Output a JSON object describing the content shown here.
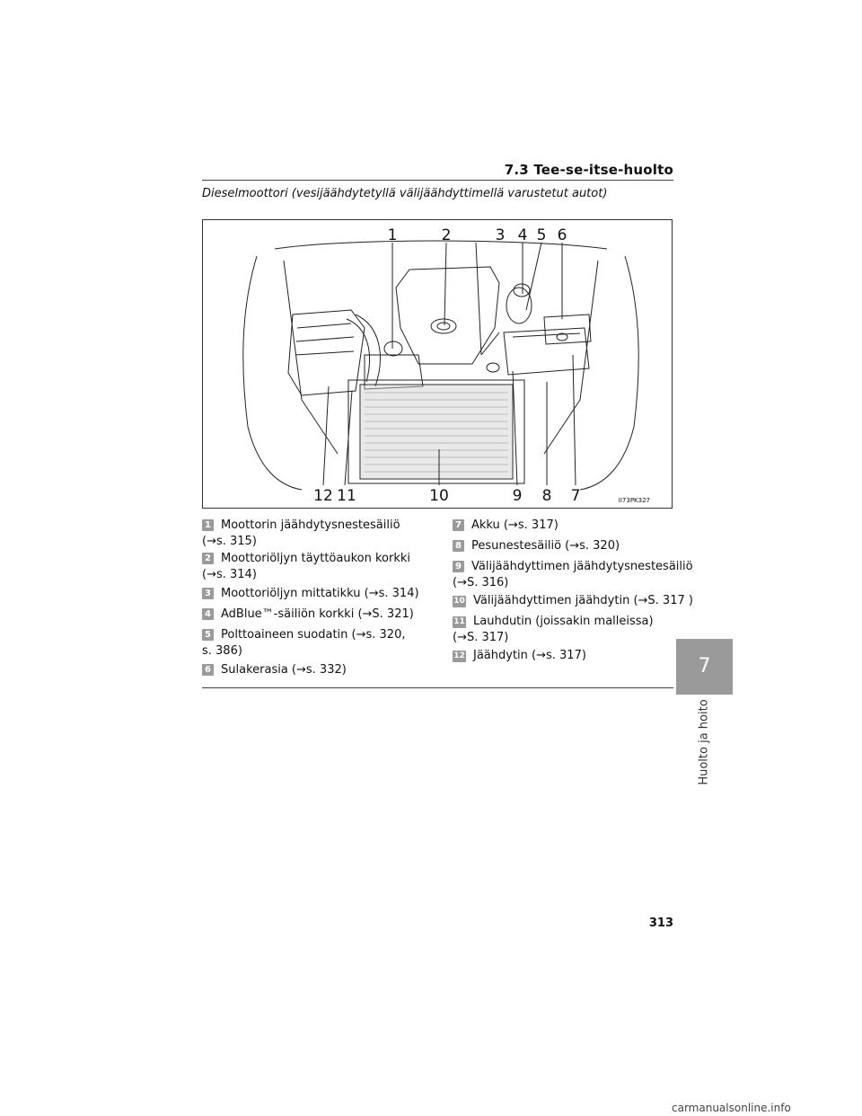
{
  "header": {
    "section": "7.3 Tee-se-itse-huolto"
  },
  "subtitle": "Dieselmoottori (vesijäähdytetyllä välijäähdyttimellä varustetut autot)",
  "figure": {
    "code": "II73PK327",
    "callouts_top": [
      "1",
      "2",
      "3",
      "4",
      "5",
      "6"
    ],
    "callouts_bottom": [
      "12",
      "11",
      "10",
      "9",
      "8",
      "7"
    ]
  },
  "items_left": [
    {
      "num": "1",
      "text": "Moottorin jäähdytysnestesäiliö",
      "text2": "(→s. 315)"
    },
    {
      "num": "2",
      "text": "Moottoriöljyn täyttöaukon korkki",
      "text2": "(→s. 314)"
    },
    {
      "num": "3",
      "text": "Moottoriöljyn mittatikku (→s. 314)"
    },
    {
      "num": "4",
      "text": "AdBlue™-säiliön korkki (→S. 321)"
    },
    {
      "num": "5",
      "text": "Polttoaineen suodatin (→s. 320,",
      "text2": "s. 386)"
    },
    {
      "num": "6",
      "text": "Sulakerasia (→s. 332)"
    }
  ],
  "items_right": [
    {
      "num": "7",
      "text": "Akku (→s. 317)"
    },
    {
      "num": "8",
      "text": "Pesunestesäiliö (→s. 320)"
    },
    {
      "num": "9",
      "text": "Välijäähdyttimen jäähdytysnestesäiliö",
      "text2": "(→S. 316)"
    },
    {
      "num": "10",
      "text": "Välijäähdyttimen jäähdytin (→S. 317 )"
    },
    {
      "num": "11",
      "text": "Lauhdutin (joissakin malleissa)",
      "text2": "(→S. 317)"
    },
    {
      "num": "12",
      "text": "Jäähdytin (→s. 317)"
    }
  ],
  "chapter_tab": {
    "number": "7",
    "label": "Huolto ja hoito"
  },
  "page_number": "313",
  "watermark": "carmanualsonline.info"
}
